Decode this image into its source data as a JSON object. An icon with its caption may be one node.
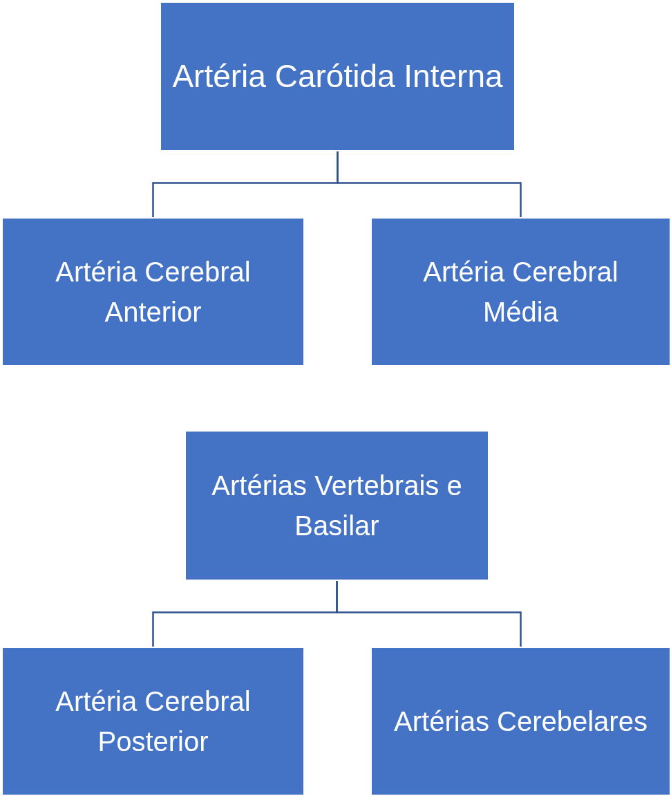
{
  "diagram": {
    "nodes": [
      {
        "text": [
          "Artéria Carótida Interna"
        ]
      },
      {
        "text": [
          "Artéria Cerebral Anterior"
        ]
      },
      {
        "text": [
          "Artéria Cerebral Média"
        ]
      },
      {
        "text": [
          "Artérias Vertebrais e Basilar"
        ]
      },
      {
        "text": [
          "Artéria Cerebral Posterior"
        ]
      },
      {
        "text": [
          "Artérias Cerebelares"
        ]
      }
    ],
    "edges": [
      {
        "from": 0,
        "to": 1,
        "arrow": "none"
      },
      {
        "from": 0,
        "to": 2,
        "arrow": "none"
      },
      {
        "from": 3,
        "to": 4,
        "arrow": "none"
      },
      {
        "from": 3,
        "to": 5,
        "arrow": "none"
      }
    ]
  }
}
